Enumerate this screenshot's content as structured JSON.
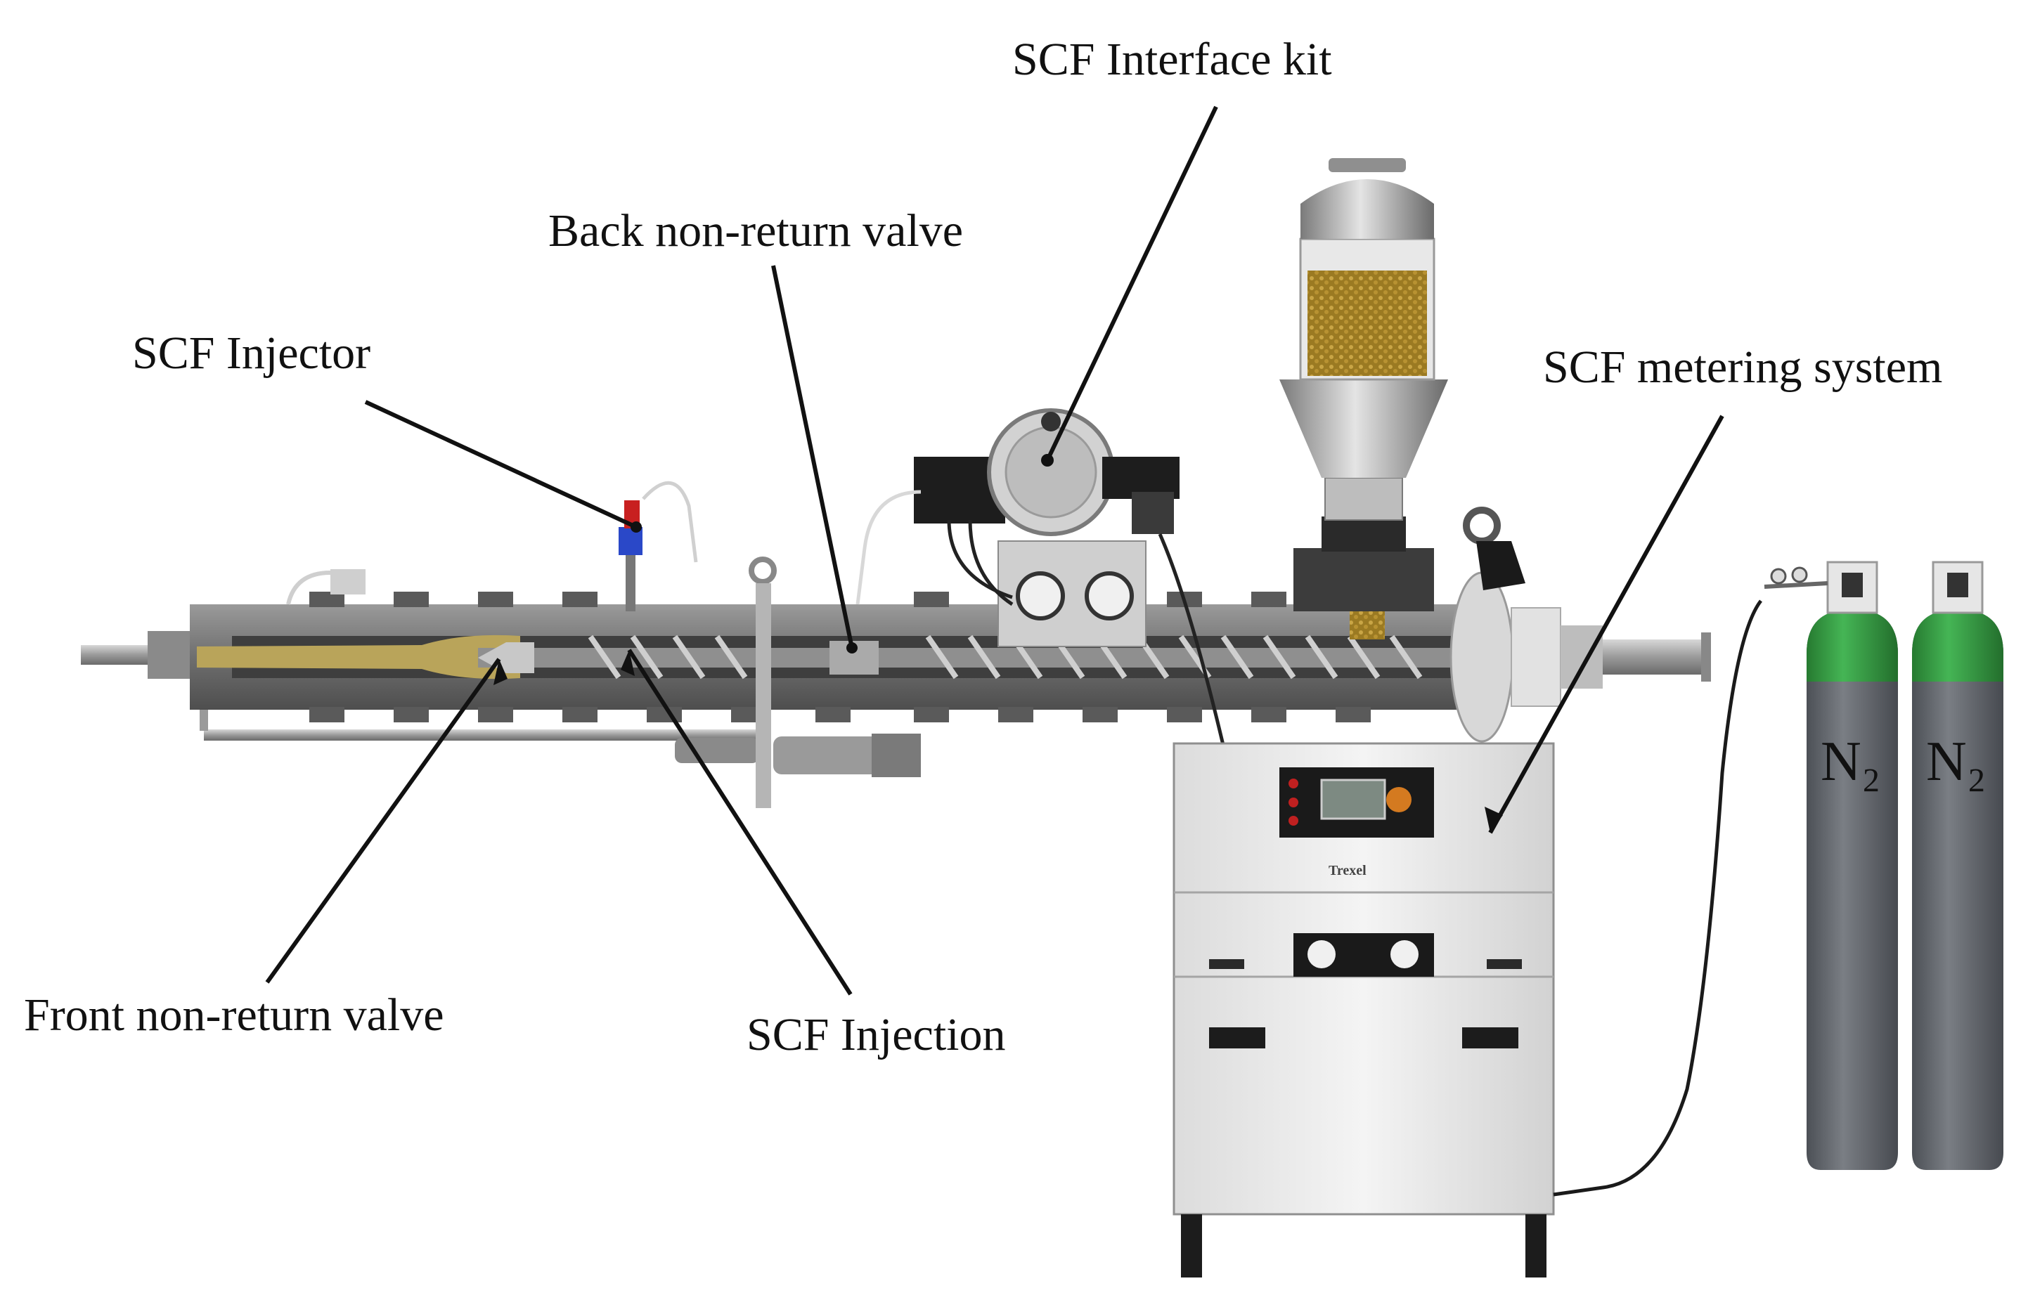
{
  "labels": {
    "scf_interface_kit": "SCF Interface kit",
    "back_non_return_valve": "Back non-return valve",
    "scf_injector": "SCF Injector",
    "scf_metering_system": "SCF metering system",
    "front_non_return_valve": "Front non-return valve",
    "scf_injection": "SCF Injection"
  },
  "unit": {
    "brand": "Trexel"
  },
  "cylinders": {
    "left": "N₂",
    "right": "N₂"
  },
  "colors": {
    "barrel": "#6f6f6f",
    "barrel_dark": "#505050",
    "melt": "#b9a45a",
    "pellets": "#b08a2a",
    "cabinet": "#ececec",
    "cylinder_body": "#666a70",
    "cylinder_top": "#3aa04a",
    "injector_blue": "#2a48c8",
    "injector_red": "#c82020"
  }
}
